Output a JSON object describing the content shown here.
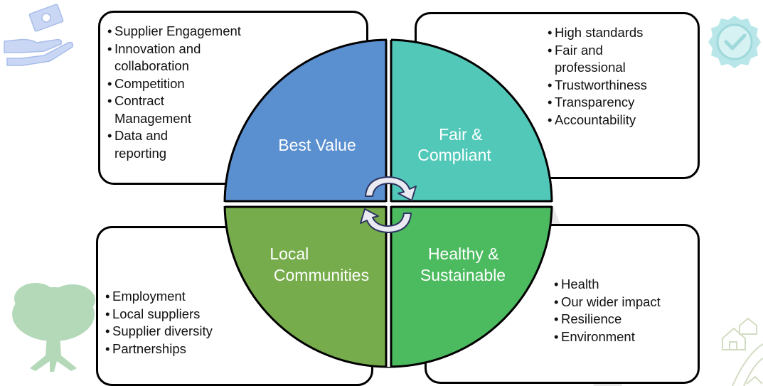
{
  "quadrants": [
    {
      "title_lines": [
        "Best Value"
      ],
      "color": "#5A8FD0"
    },
    {
      "title_lines": [
        "Fair &",
        "Compliant"
      ],
      "color": "#52C8B8"
    },
    {
      "title_lines": [
        "Local",
        "Communities"
      ],
      "color": "#76AC4B"
    },
    {
      "title_lines": [
        "Healthy &",
        "Sustainable"
      ],
      "color": "#4CBB60"
    }
  ],
  "panels": {
    "best_value": [
      "Supplier Engagement",
      "Innovation and collaboration",
      "Competition",
      "Contract Management",
      "Data and reporting"
    ],
    "fair_compliant": [
      "High standards",
      "Fair and professional",
      "Trustworthiness",
      "Transparency",
      "Accountability"
    ],
    "local_communities": [
      "Employment",
      "Local suppliers",
      "Supplier diversity",
      "Partnerships"
    ],
    "healthy_sustainable": [
      "Health",
      "Our wider impact",
      "Resilience",
      "Environment"
    ]
  },
  "icons": [
    "money-hand-icon",
    "check-badge-icon",
    "tree-icon",
    "houses-road-icon",
    "cycle-arrows-icon"
  ],
  "colors": {
    "outline": "#000000",
    "quadrant_text": "#ffffff",
    "watermark": "#E6E6E6"
  }
}
